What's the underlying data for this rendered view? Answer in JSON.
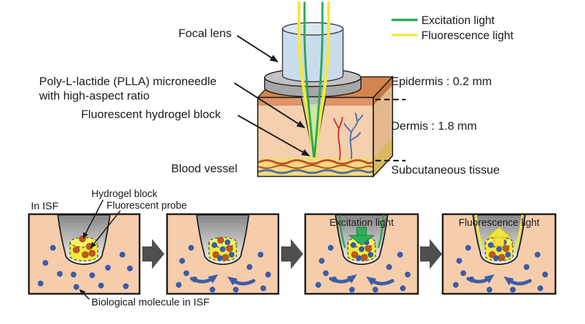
{
  "legend": {
    "items": [
      {
        "label": "Excitation light",
        "color": "#2aa557"
      },
      {
        "label": "Fluorescence light",
        "color": "#f2e93e"
      }
    ]
  },
  "apparatus": {
    "labels": {
      "focal_lens": "Focal lens",
      "microneedle_line1": "Poly-L-lactide (PLLA) microneedle",
      "microneedle_line2": "with high-aspect ratio",
      "hydrogel": "Fluorescent hydrogel block",
      "blood_vessel": "Blood vessel",
      "epidermis": "Epidermis : 0.2 mm",
      "dermis": "Dermis : 1.8 mm",
      "subcutaneous": "Subcutaneous tissue"
    }
  },
  "process": {
    "in_isf": "In ISF",
    "hydrogel_block": "Hydrogel block",
    "fluorescent_probe": "Fluorescent probe",
    "biological_molecule": "Biological molecule in ISF",
    "panel3_label": "Excitation light",
    "panel4_label": "Fluorescence light"
  },
  "colors": {
    "excitation_green": "#2aa557",
    "fluorescence_yellow": "#f2e93e",
    "skin_peach": "#f6cdab",
    "molecule_blue": "#3a5da8",
    "probe_red": "#c2571d",
    "hydrogel_yellow": "#f2e83a",
    "step_arrow_gray": "#4f4f4f",
    "epidermis_orange": "#dd9466",
    "subcutaneous_yellow": "#f3da7b"
  }
}
